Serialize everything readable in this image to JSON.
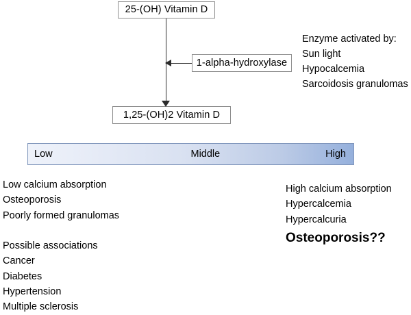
{
  "diagram": {
    "title_nodes": {
      "precursor": "25-(OH) Vitamin D",
      "enzyme": "1-alpha-hydroxylase",
      "product": "1,25-(OH)2 Vitamin D"
    },
    "enzyme_note": {
      "heading": "Enzyme activated by:",
      "items": [
        "Sun light",
        "Hypocalcemia",
        "Sarcoidosis granulomas"
      ]
    },
    "scale": {
      "low_label": "Low",
      "middle_label": "Middle",
      "high_label": "High",
      "gradient_start_color": "#eef2fa",
      "gradient_mid_color": "#d9e1f1",
      "gradient_end_color": "#95b0dc",
      "border_color": "#7f95bb"
    },
    "left_outcomes": {
      "primary": [
        "Low calcium absorption",
        "Osteoporosis",
        "Poorly formed granulomas"
      ],
      "associations_heading": "Possible associations",
      "associations": [
        "Cancer",
        "Diabetes",
        "Hypertension",
        "Multiple sclerosis"
      ]
    },
    "right_outcomes": {
      "primary": [
        "High calcium absorption",
        "Hypercalcemia",
        "Hypercalcuria"
      ],
      "emphasis": "Osteoporosis??"
    }
  }
}
